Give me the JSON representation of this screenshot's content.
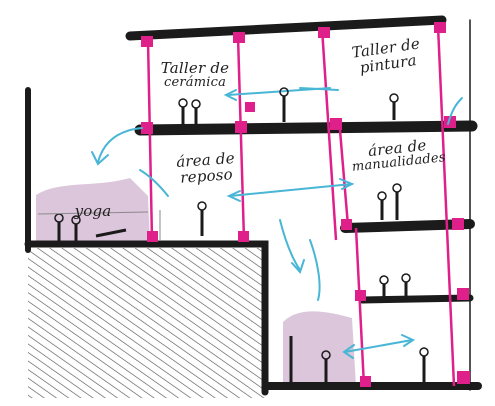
{
  "labels": {
    "taller_ceramica": [
      "Taller de",
      "cerámica"
    ],
    "taller_pintura": [
      "Taller de",
      "pintura"
    ],
    "area_reposo": [
      "área de",
      "reposo"
    ],
    "area_manualidades": [
      "área de",
      "manualidades"
    ],
    "yoga": "yoga"
  },
  "colors": {
    "ink": "#1b1b1b",
    "pink_column": "#e0208a",
    "blue_arrow": "#49b6d6",
    "purple_wash": "#c9a7c8",
    "grey_hatch": "#3a3a3a",
    "paper": "#ffffff"
  }
}
